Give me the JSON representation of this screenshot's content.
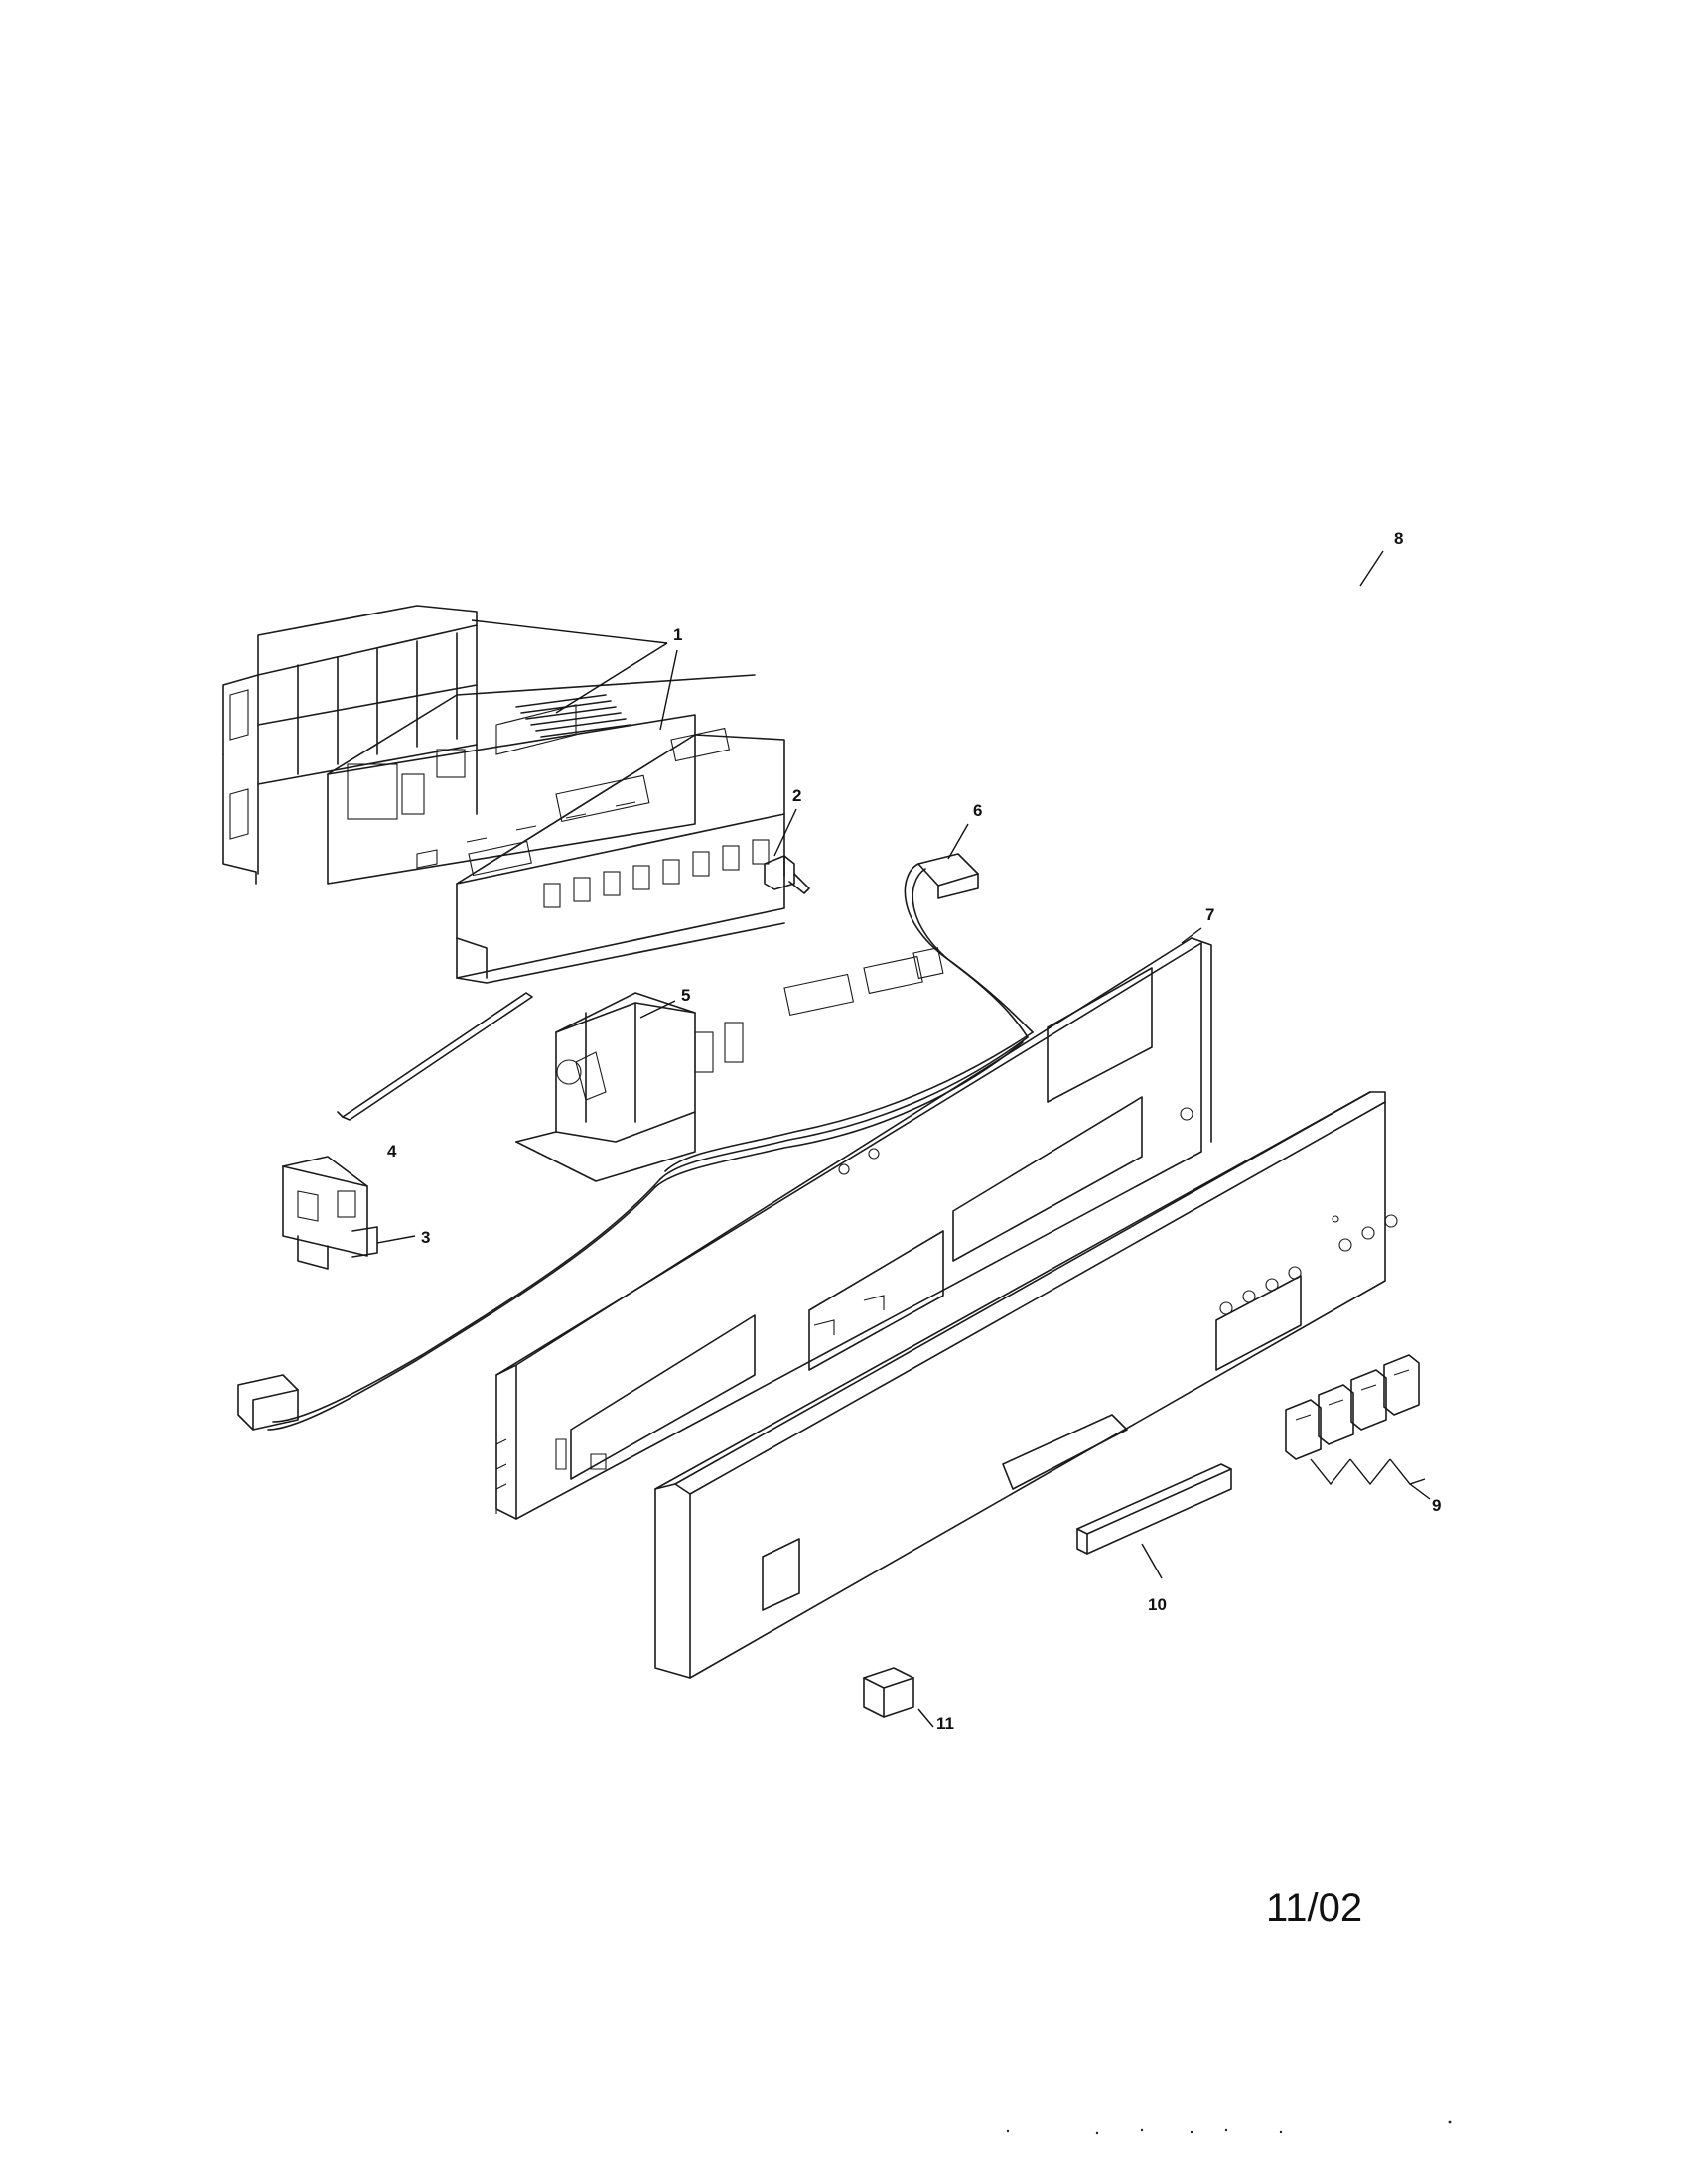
{
  "labels": {
    "part_1": "1",
    "part_2": "2",
    "part_3": "3",
    "part_4": "4",
    "part_5": "5",
    "part_6": "6",
    "part_7": "7",
    "part_8": "8",
    "part_9": "9",
    "part_10": "10",
    "part_11": "11"
  },
  "date_code": "11/02"
}
